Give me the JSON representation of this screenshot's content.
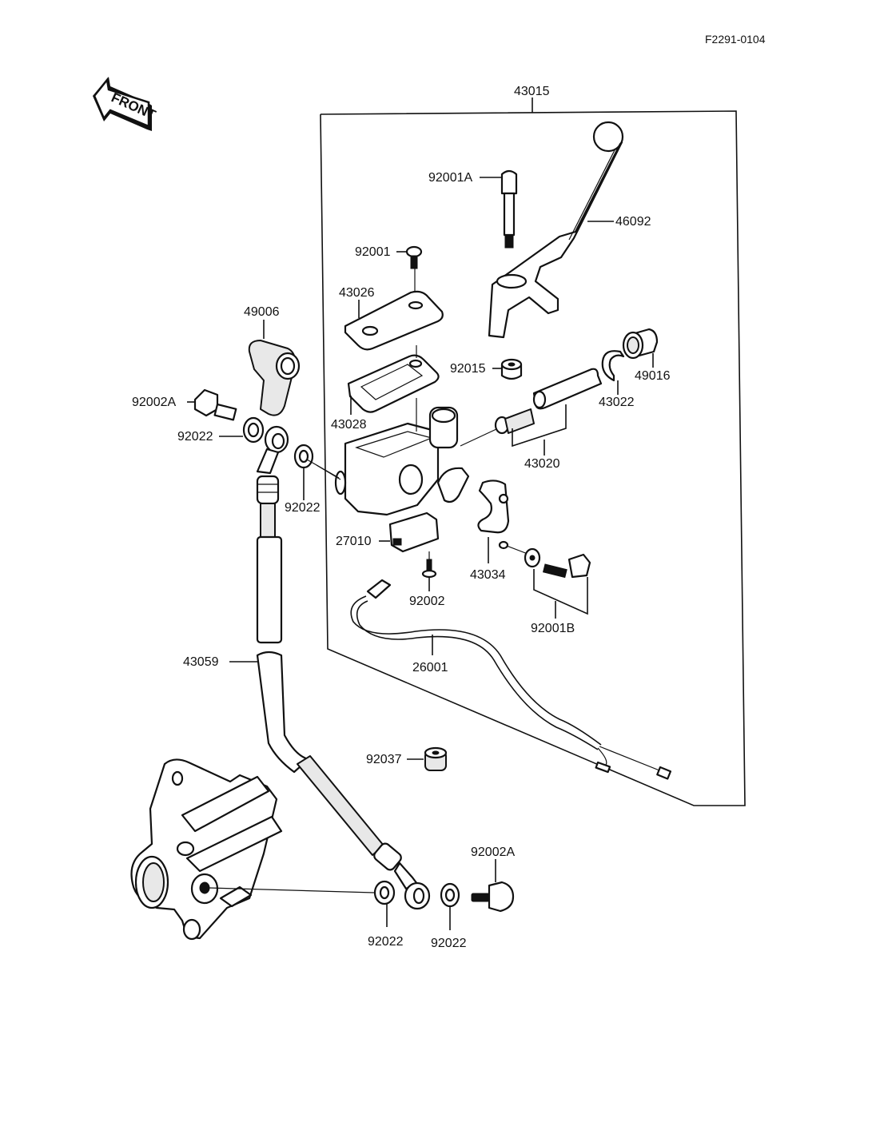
{
  "diagram": {
    "reference_code": "F2291-0104",
    "front_indicator": "FRONT",
    "assembly_label": "43015",
    "parts": {
      "lever": "46092",
      "lever_pivot_bolt": "92001A",
      "cap_screw": "92001",
      "reservoir_cap": "43026",
      "diaphragm": "43028",
      "nut": "92015",
      "piston_kit": "43020",
      "circlip": "43022",
      "dust_boot": "49016",
      "brake_light_switch": "27010",
      "switch_screw": "92002",
      "clamp_holder": "43034",
      "clamp_bolt": "92001B",
      "wire_harness": "26001",
      "cover": "49006",
      "banjo_bolt_upper": "92002A",
      "washer_upper_left": "92022",
      "washer_upper_right": "92022",
      "brake_hose": "43059",
      "grommet": "92037",
      "banjo_bolt_lower": "92002A",
      "washer_lower_left": "92022",
      "washer_lower_right": "92022"
    }
  }
}
